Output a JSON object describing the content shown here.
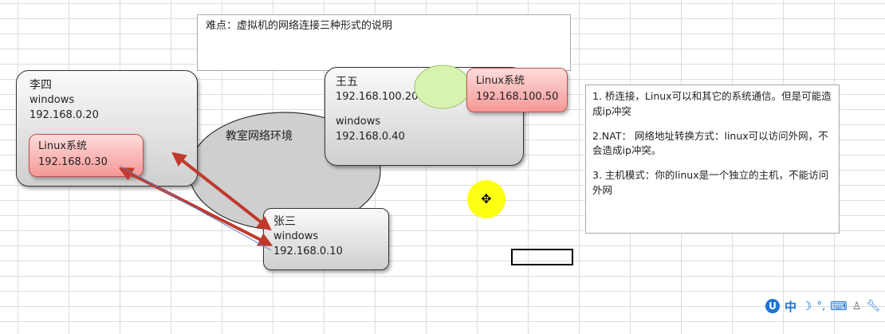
{
  "title_box": {
    "text": "难点：虚拟机的网络连接三种形式的说明"
  },
  "lisi": {
    "name": "李四",
    "os": "windows",
    "ip": "192.168.0.20"
  },
  "lisi_vm": {
    "label": "Linux系统",
    "ip": "192.168.0.30"
  },
  "wangwu": {
    "name": "王五",
    "ip1": "192.168.100.200",
    "os": "windows",
    "ip2": "192.168.0.40"
  },
  "wangwu_vm": {
    "label": "Linux系统",
    "ip": "192.168.100.50"
  },
  "zhangsan": {
    "name": "张三",
    "os": "windows",
    "ip": "192.168.0.10"
  },
  "classroom": {
    "label": "教室网络环境"
  },
  "notes": {
    "line1": "1. 桥连接，Linux可以和其它的系统通信。但是可能造成ip冲突",
    "line2": "2.NAT：  网络地址转换方式：linux可以访问外网，不会造成ip冲突。",
    "line3": "3. 主机模式：你的linux是一个独立的主机，不能访问外网"
  },
  "ime": {
    "logo_icon": "ime-logo-icon",
    "lang": "中",
    "moon_icon": "half-width-moon-icon",
    "punct": "°,",
    "keyboard_icon": "keyboard-icon",
    "user_icon": "user-icon",
    "settings_icon": "wrench-icon"
  },
  "colors": {
    "node_border": "#333333",
    "vm_fill": "#f49896",
    "ellipse_fill": "#cfcfcf",
    "circle_fill": "#d8f2b0",
    "arrow": "#c0392b",
    "cursor": "#ffff00"
  }
}
